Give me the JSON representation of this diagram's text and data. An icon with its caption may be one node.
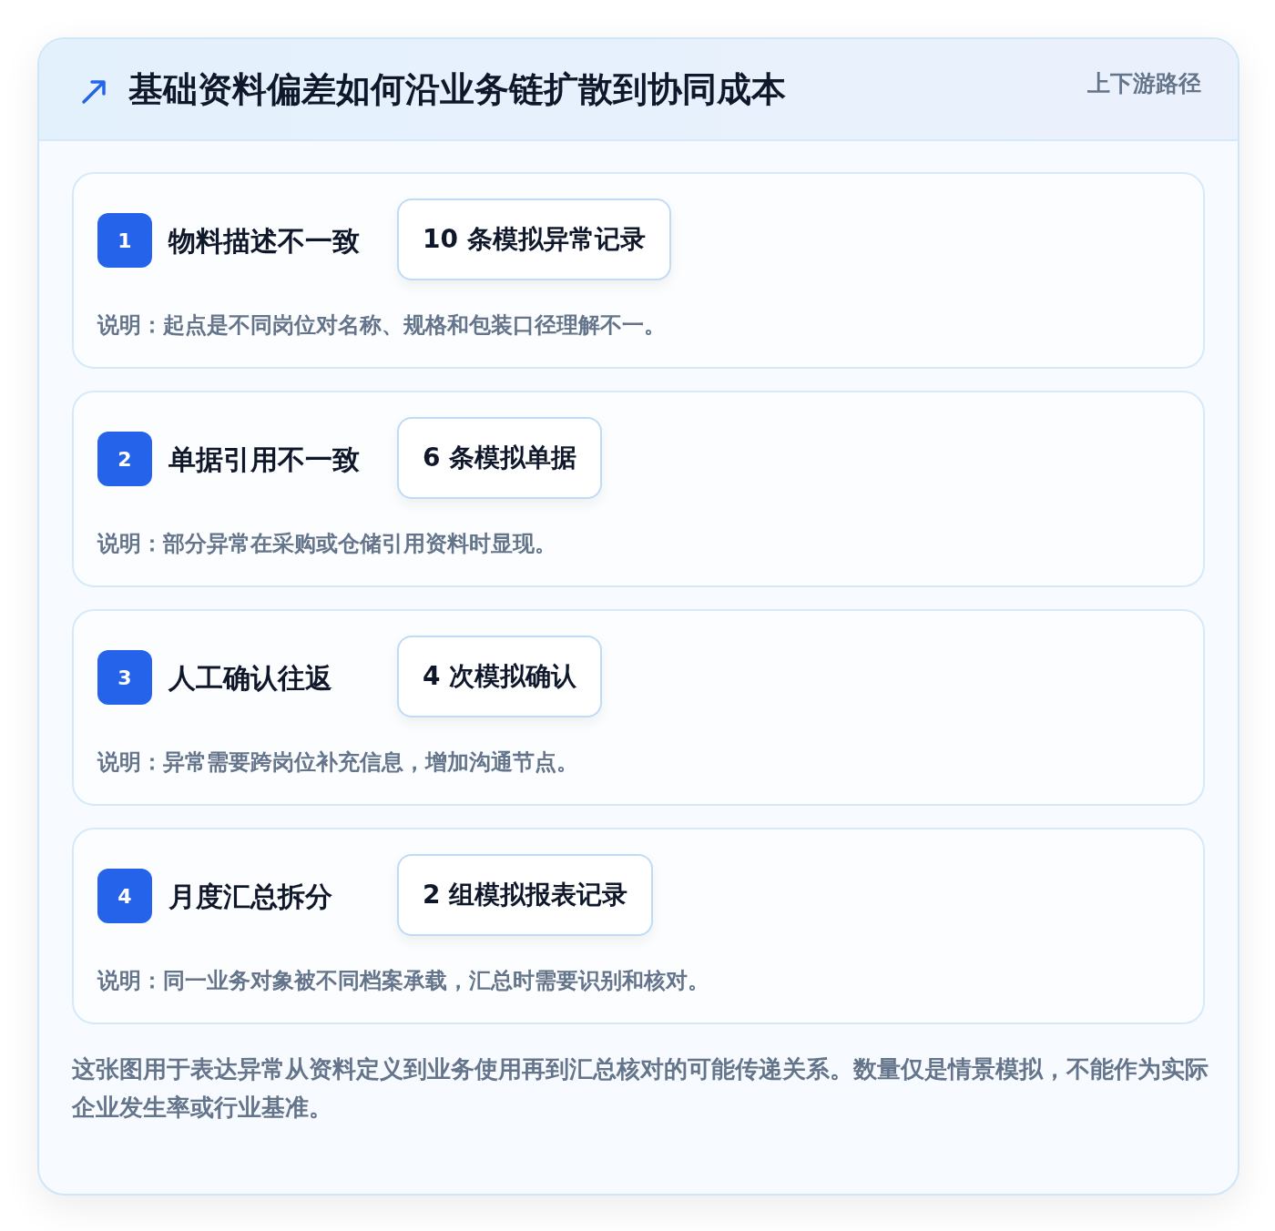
{
  "diagram": {
    "title": "基础资料偏差如何沿业务链扩散到协同成本",
    "caption": "这张图用于表达异常从资料定义到业务使用再到汇总核对的可能传递关系。数量仅是情景模拟，不能作为实际企业发生率或行业基准。",
    "nodes": [
      {
        "text": [
          "物料描述不一致",
          "说明：起点是不同岗位对名称、规格和包装口径理解不一。"
        ]
      },
      {
        "text": [
          "1"
        ],
        "in": 0
      },
      {
        "text": [
          "10 条模拟异常记录"
        ],
        "in": 0
      },
      {
        "text": [
          "单据引用不一致",
          "说明：部分异常在采购或仓储引用资料时显现。"
        ]
      },
      {
        "text": [
          "2"
        ],
        "in": 3
      },
      {
        "text": [
          "6 条模拟单据"
        ],
        "in": 3
      },
      {
        "text": [
          "人工确认往返",
          "说明：异常需要跨岗位补充信息，增加沟通节点。"
        ]
      },
      {
        "text": [
          "3"
        ],
        "in": 6
      },
      {
        "text": [
          "4 次模拟确认"
        ],
        "in": 6
      },
      {
        "text": [
          "月度汇总拆分",
          "说明：同一业务对象被不同档案承载，汇总时需要识别和核对。"
        ]
      },
      {
        "text": [
          "4"
        ],
        "in": 9
      },
      {
        "text": [
          "2 组模拟报表记录"
        ],
        "in": 9
      }
    ],
    "labels": [
      "上下游路径"
    ]
  }
}
